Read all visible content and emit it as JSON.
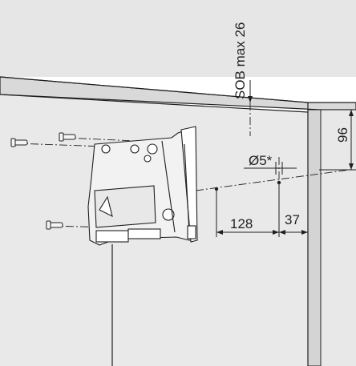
{
  "dimensions": {
    "sob": "SOB max 26",
    "height_96": "96",
    "hole_dia": "Ø5*",
    "dist_128": "128",
    "dist_37": "37"
  },
  "colors": {
    "cabinet_fill": "#e3e3e3",
    "side_panel_fill": "#dcdcdc",
    "line": "#1f1f1f",
    "mechanism_fill": "#f2f2f2"
  }
}
